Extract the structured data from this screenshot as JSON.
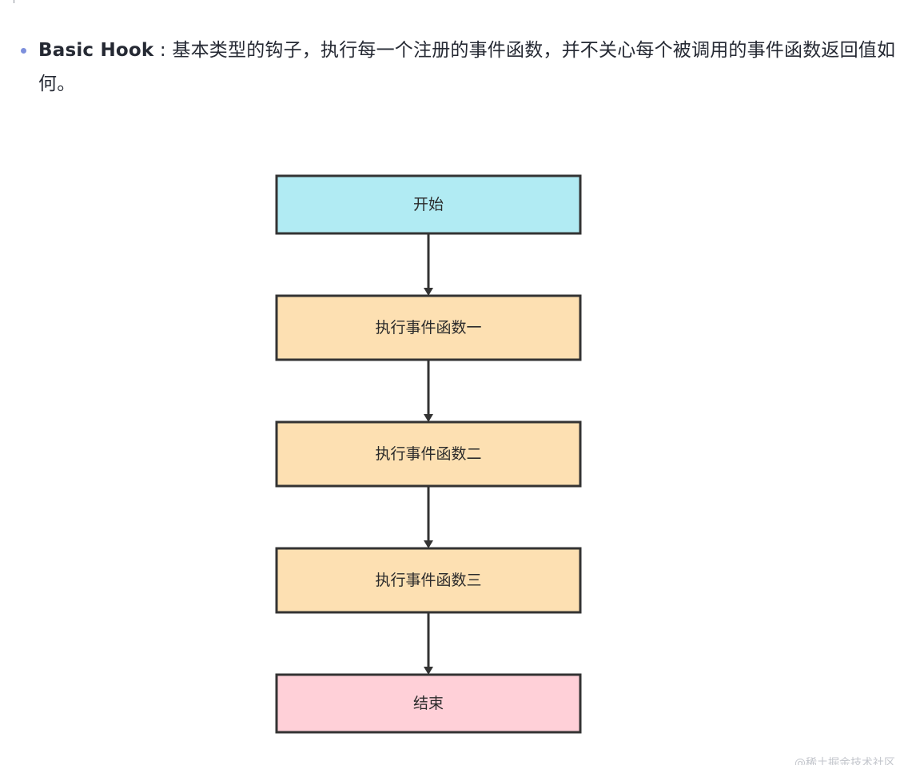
{
  "article": {
    "bullet": {
      "term": "Basic Hook",
      "separator": " : ",
      "description": "基本类型的钩子，执行每一个注册的事件函数，并不关心每个被调用的事件函数返回值如何。"
    }
  },
  "flowchart": {
    "nodes": [
      {
        "id": "start",
        "label": "开始",
        "fill": "#b1ebf3"
      },
      {
        "id": "step1",
        "label": "执行事件函数一",
        "fill": "#fde0b2"
      },
      {
        "id": "step2",
        "label": "执行事件函数二",
        "fill": "#fde0b2"
      },
      {
        "id": "step3",
        "label": "执行事件函数三",
        "fill": "#fde0b2"
      },
      {
        "id": "end",
        "label": "结束",
        "fill": "#ffd0d8"
      }
    ],
    "edges": [
      {
        "from": "start",
        "to": "step1"
      },
      {
        "from": "step1",
        "to": "step2"
      },
      {
        "from": "step2",
        "to": "step3"
      },
      {
        "from": "step3",
        "to": "end"
      }
    ],
    "stroke_color": "#333333"
  },
  "watermark": "@稀土掘金技术社区"
}
